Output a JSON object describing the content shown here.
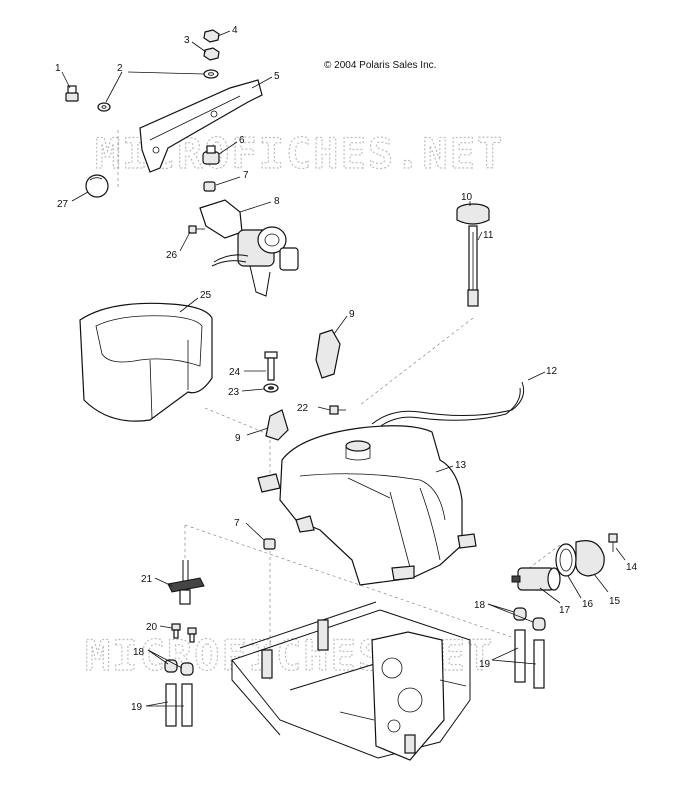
{
  "copyright": "© 2004 Polaris Sales Inc.",
  "watermark": "MICROFICHES.NET",
  "callouts": {
    "c1": "1",
    "c2": "2",
    "c3": "3",
    "c4": "4",
    "c5": "5",
    "c6": "6",
    "c7a": "7",
    "c7b": "7",
    "c8": "8",
    "c9a": "9",
    "c9b": "9",
    "c10": "10",
    "c11": "11",
    "c12": "12",
    "c13": "13",
    "c14": "14",
    "c15": "15",
    "c16": "16",
    "c17": "17",
    "c18a": "18",
    "c18b": "18",
    "c19a": "19",
    "c19b": "19",
    "c20": "20",
    "c21": "21",
    "c22": "22",
    "c23": "23",
    "c24": "24",
    "c25": "25",
    "c26": "26",
    "c27": "27"
  }
}
